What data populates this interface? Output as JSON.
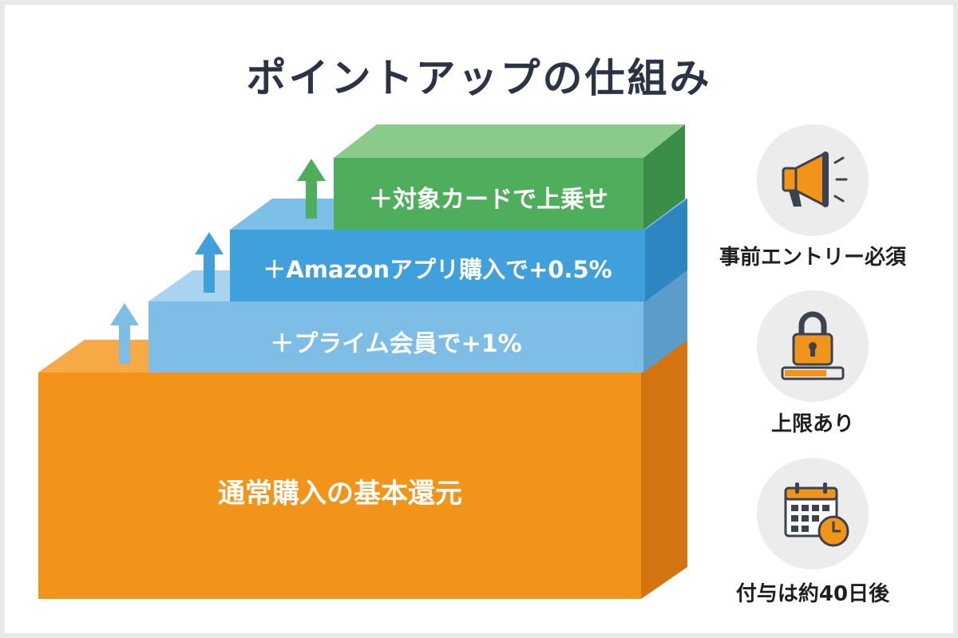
{
  "title": "ポイントアップの仕組み",
  "steps": {
    "base": "通常購入の基本還元",
    "prime": "＋プライム会員で+1%",
    "app": "＋Amazonアプリ購入で+0.5%",
    "card": "＋対象カードで上乗せ"
  },
  "features": [
    {
      "label": "事前エントリー必須",
      "icon": "megaphone-icon"
    },
    {
      "label": "上限あり",
      "icon": "lock-icon"
    },
    {
      "label": "付与は約40日後",
      "icon": "calendar-clock-icon"
    }
  ],
  "colors": {
    "orange": "#F3941A",
    "light_blue": "#7DBDE6",
    "blue": "#3FA0DC",
    "green": "#4EAE5C",
    "icon_orange": "#F29419",
    "icon_dark": "#3B4250"
  }
}
